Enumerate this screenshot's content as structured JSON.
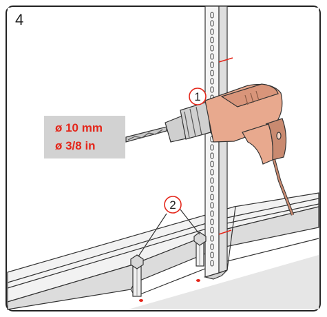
{
  "step": {
    "number": "4"
  },
  "spec": {
    "metric": "ø 10 mm",
    "imperial": "ø 3/8 in"
  },
  "callouts": [
    {
      "label": "1",
      "target": "drill"
    },
    {
      "label": "2",
      "target": "anchor-bolts"
    }
  ],
  "colors": {
    "accent": "#e4261a",
    "drill_body": "#e8a98e",
    "drill_dark": "#c98a70",
    "floor": "#e4e4e4",
    "label_bg": "#d2d2d2",
    "frame": "#222222"
  }
}
